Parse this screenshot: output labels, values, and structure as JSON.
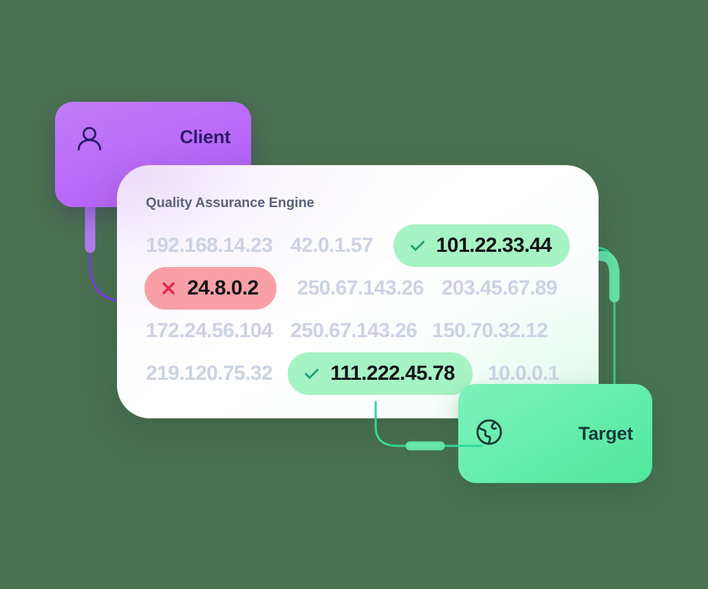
{
  "background_color": "#4a7152",
  "client_card": {
    "label": "Client",
    "icon": "user-icon",
    "gradient_from": "#c07df6",
    "gradient_to": "#ad5cf5",
    "text_color": "#2d1b69"
  },
  "target_card": {
    "label": "Target",
    "icon": "globe-icon",
    "gradient_from": "#7ef0bd",
    "gradient_to": "#4fe89b",
    "text_color": "#163a3a"
  },
  "qa_card": {
    "title": "Quality Assurance Engine",
    "title_color": "#5a6480",
    "muted_ip_color": "#ccd2e4",
    "pill_ok_color": "#a6f3c4",
    "pill_bad_color": "#f9a0a6",
    "rows": [
      {
        "cells": [
          {
            "ip": "192.168.14.23",
            "state": "muted",
            "icon": null
          },
          {
            "ip": "42.0.1.57",
            "state": "muted",
            "icon": null
          },
          {
            "ip": "101.22.33.44",
            "state": "ok",
            "icon": "check-icon"
          }
        ]
      },
      {
        "cells": [
          {
            "ip": "24.8.0.2",
            "state": "bad",
            "icon": "cross-icon"
          },
          {
            "ip": "250.67.143.26",
            "state": "muted",
            "icon": null
          },
          {
            "ip": "203.45.67.89",
            "state": "muted",
            "icon": null
          }
        ]
      },
      {
        "cells": [
          {
            "ip": "172.24.56.104",
            "state": "muted",
            "icon": null
          },
          {
            "ip": "250.67.143.26",
            "state": "muted",
            "icon": null
          },
          {
            "ip": "150.70.32.12",
            "state": "muted",
            "icon": null
          }
        ]
      },
      {
        "cells": [
          {
            "ip": "219.120.75.32",
            "state": "muted",
            "icon": null
          },
          {
            "ip": "111.222.45.78",
            "state": "ok",
            "icon": "check-icon"
          },
          {
            "ip": "10.0.0.1",
            "state": "muted",
            "icon": null
          }
        ]
      }
    ]
  },
  "connectors": {
    "client_wire_color": "#7c3aed",
    "client_pulse_color": "#b87cf5",
    "target_wire_color": "#2fd89a",
    "target_pulse_color": "#68e9ae"
  }
}
